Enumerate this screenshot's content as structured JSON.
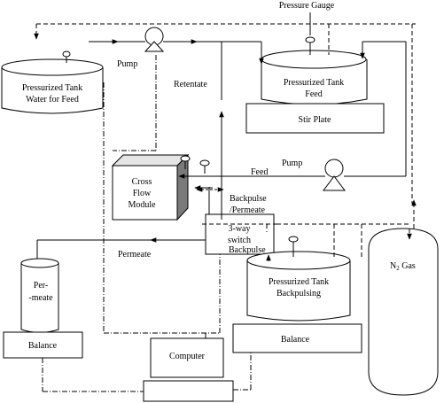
{
  "labels": {
    "pressure_gauge": "Pressure Gauge",
    "pump_top": "Pump",
    "retentate": "Retentate",
    "tank_water_line1": "Pressurized Tank",
    "tank_water_line2": "Water for Feed",
    "tank_feed_line1": "Pressurized Tank",
    "tank_feed_line2": "Feed",
    "stir_plate": "Stir Plate",
    "pump_feed": "Pump",
    "feed": "Feed",
    "cross_flow_line1": "Cross",
    "cross_flow_line2": "Flow",
    "cross_flow_line3": "Module",
    "backpulse_permeate_line1": "Backpulse",
    "backpulse_permeate_line2": "/Permeate",
    "switch_line1": "3-way",
    "switch_line2": "switch",
    "permeate": "Permeate",
    "backpulse": "Backpulse",
    "tank_backpulse_line1": "Pressurized Tank",
    "tank_backpulse_line2": "Backpulsing",
    "permeate_vessel_line1": "Per-",
    "permeate_vessel_line2": "-meate",
    "balance_left": "Balance",
    "balance_right": "Balance",
    "computer": "Computer",
    "n2_gas_main": "N",
    "n2_gas_sub": "2",
    "n2_gas_rest": " Gas"
  }
}
